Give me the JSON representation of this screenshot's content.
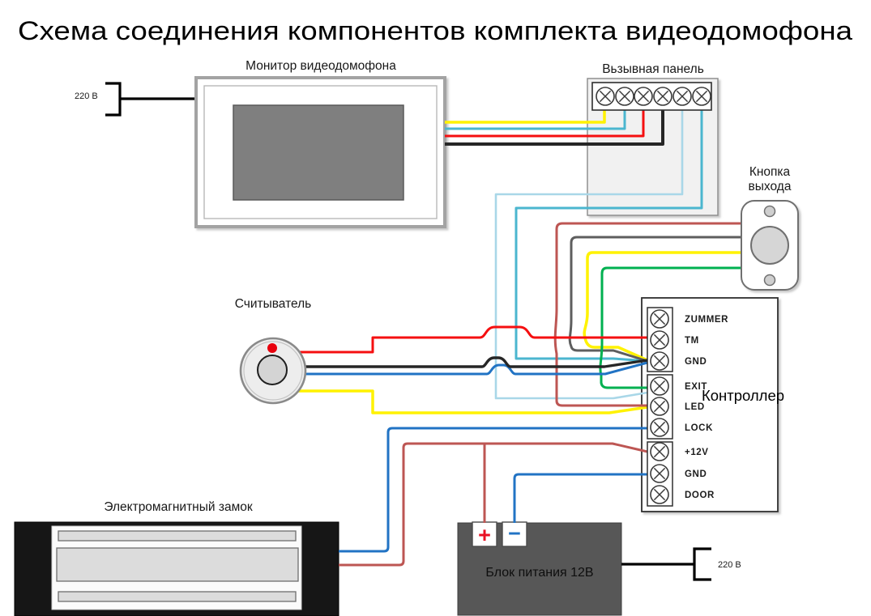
{
  "title": "Схема соединения компонентов комплекта видеодомофона",
  "monitor": {
    "label": "Монитор видеодомофона",
    "mains_label": "220 В"
  },
  "panel": {
    "label": "Вьзывная панель"
  },
  "exit_button": {
    "label_line1": "Кнопка",
    "label_line2": "выхода"
  },
  "reader": {
    "label": "Считыватель"
  },
  "controller": {
    "label": "Контроллер",
    "terminals": [
      "ZUMMER",
      "TM",
      "GND",
      "EXIT",
      "LED",
      "LOCK",
      "+12V",
      "GND",
      "DOOR"
    ]
  },
  "lock": {
    "label": "Электромагнитный замок"
  },
  "psu": {
    "label": "Блок питания 12В",
    "plus": "+",
    "minus": "−",
    "mains_label": "220 В"
  },
  "colors": {
    "yellow": "#fff200",
    "cyan": "#4bb6cf",
    "pale_blue": "#a9d7e8",
    "red": "#f50f10",
    "blue": "#2173c4",
    "green": "#00b050",
    "brown": "#bd5653",
    "gray": "#5e5e5e",
    "black": "#262626",
    "led": "#e8000d",
    "plus_red": "#e81123",
    "minus_blue": "#2173c4",
    "screen_gray": "#7f7f7f",
    "psu_fill": "#575757",
    "lock_fill": "#161616",
    "panel_fill": "#f1f1f1"
  }
}
